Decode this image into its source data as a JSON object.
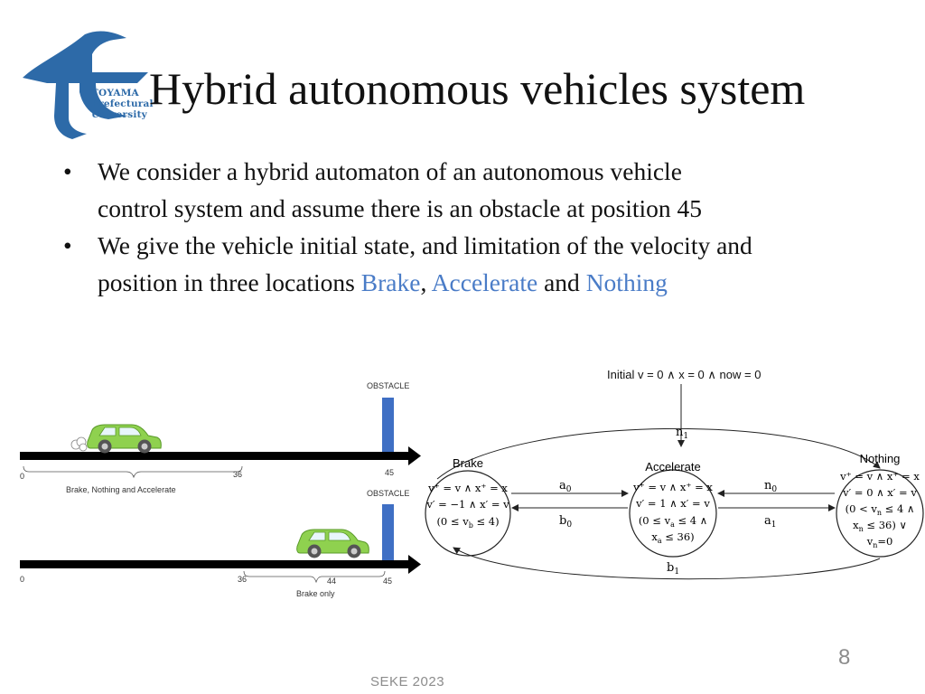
{
  "logo": {
    "line1": "TOYAMA",
    "line2": "Prefectural",
    "line3": "University",
    "color": "#2d6aa8"
  },
  "title": "Hybrid autonomous vehicles system",
  "bullets": [
    {
      "line1": "We consider a hybrid automaton of an autonomous vehicle",
      "line2": "control system and assume there is an obstacle at position 45"
    },
    {
      "line1": "We give the vehicle initial state, and limitation of the velocity and",
      "line2_prefix": "position in three locations ",
      "loc_brake": "Brake",
      "sep": ", ",
      "loc_accelerate": "Accelerate",
      "and": " and ",
      "loc_nothing": "Nothing"
    }
  ],
  "bullet_symbol": "•",
  "highlight_color": "#4a7cc7",
  "road_figure": {
    "top": {
      "obstacle_label": "OBSTACLE",
      "tick_0": "0",
      "tick_36": "36",
      "tick_45": "45",
      "range_label": "Brake, Nothing and Accelerate"
    },
    "bottom": {
      "obstacle_label": "OBSTACLE",
      "tick_0": "0",
      "tick_36": "36",
      "tick_44": "44",
      "tick_45": "45",
      "range_label": "Brake only"
    },
    "car_color": "#8fd14f",
    "obstacle_color": "#3f6fc4"
  },
  "automaton": {
    "initial": "Initial v = 0 ∧ x = 0 ∧ now = 0",
    "brake": {
      "name": "Brake",
      "l1": "v⁺ = v ∧ x⁺ = x",
      "l2": "v′ = −1 ∧ x′ = v",
      "l3": "(0 ≤ v",
      "l3_sub": "b",
      "l3_end": " ≤ 4)"
    },
    "accelerate": {
      "name": "Accelerate",
      "l1": "v⁺ = v ∧ x⁺ = x",
      "l2": "v′ = 1 ∧ x′ = v",
      "l3": "(0 ≤ v",
      "l3_sub": "a",
      "l3_end": " ≤ 4 ∧",
      "l4": "x",
      "l4_sub": "a",
      "l4_end": " ≤ 36)"
    },
    "nothing": {
      "name": "Nothing",
      "l1": "v⁺ = v ∧ x⁺ = x",
      "l2": "v′ = 0 ∧ x′ = v",
      "l3": "(0 < v",
      "l3_sub": "n",
      "l3_end": " ≤ 4 ∧",
      "l4": "x",
      "l4_sub": "n",
      "l4_end": " ≤ 36) ∨",
      "l5": "v",
      "l5_sub": "n",
      "l5_end": "=0"
    },
    "edges": {
      "a0": "a",
      "a0_sub": "0",
      "b0": "b",
      "b0_sub": "0",
      "n0": "n",
      "n0_sub": "0",
      "a1": "a",
      "a1_sub": "1",
      "n1": "n",
      "n1_sub": "1",
      "b1": "b",
      "b1_sub": "1"
    }
  },
  "page_number": "8",
  "footer": "SEKE 2023"
}
